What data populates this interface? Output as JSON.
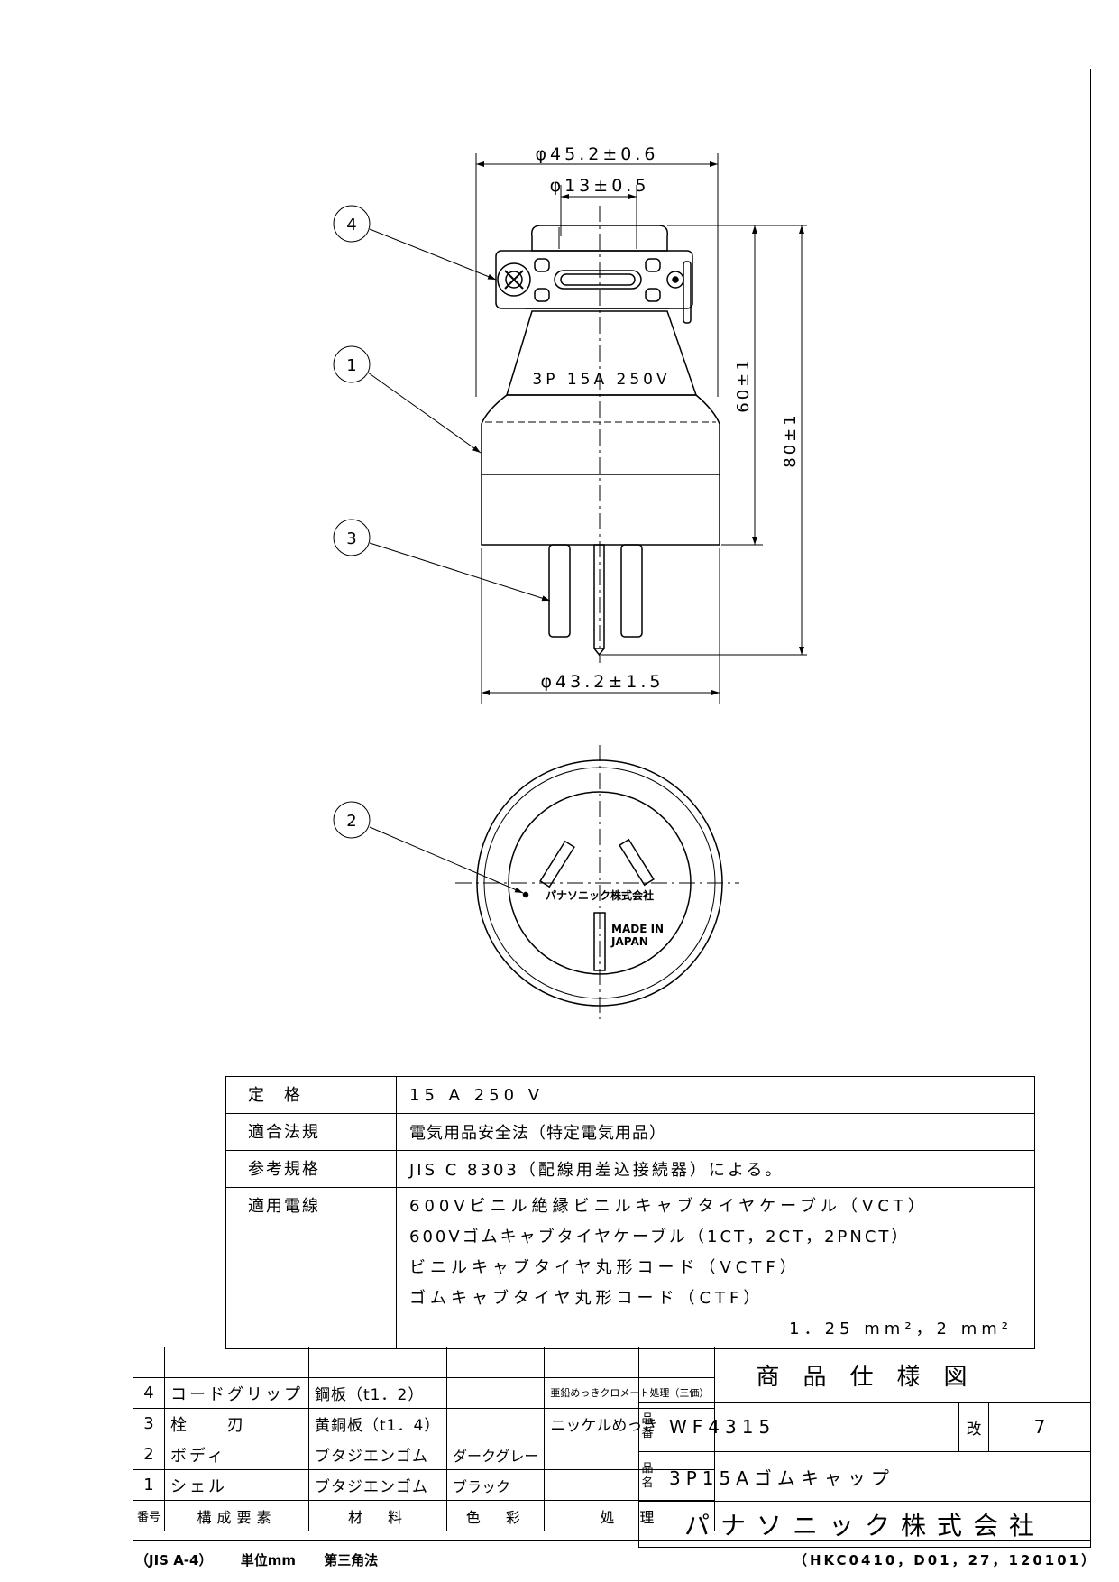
{
  "drawing": {
    "dim_top_outer": "φ45.2±0.6",
    "dim_top_inner": "φ13±0.5",
    "dim_bottom": "φ43.2±1.5",
    "dim_height_60": "60±1",
    "dim_height_80": "80±1",
    "body_marking": "3P 15A 250V",
    "callouts": [
      "4",
      "1",
      "3",
      "2"
    ],
    "face_company_marking": "パナソニック株式会社",
    "face_origin_marking_1": "MADE IN",
    "face_origin_marking_2": "JAPAN"
  },
  "spec": {
    "rating_label": "定　格",
    "rating_value": "15 A 250 V",
    "law_label": "適合法規",
    "law_value": "電気用品安全法（特定電気用品）",
    "ref_label": "参考規格",
    "ref_value": "JIS C 8303（配線用差込接続器）による。",
    "wire_label": "適用電線",
    "wire_lines": [
      "600Vビニル絶縁ビニルキャブタイヤケーブル（VCT）",
      "600Vゴムキャブタイヤケーブル（1CT，2CT，2PNCT）",
      "ビニルキャブタイヤ丸形コード（VCTF）",
      "ゴムキャブタイヤ丸形コード（CTF）"
    ],
    "wire_size": "1．25 mm²，2 mm²"
  },
  "parts": {
    "rows": [
      {
        "no": "4",
        "name": "コードグリップ",
        "material": "鋼板（t1．2）",
        "color": "",
        "finish": "亜鉛めっきクロメート処理（三価）"
      },
      {
        "no": "3",
        "name": "栓　　刃",
        "material": "黄銅板（t1．4）",
        "color": "",
        "finish": "ニッケルめっき"
      },
      {
        "no": "2",
        "name": "ボディ",
        "material": "ブタジエンゴム",
        "color": "ダークグレー",
        "finish": ""
      },
      {
        "no": "1",
        "name": "シェル",
        "material": "ブタジエンゴム",
        "color": "ブラック",
        "finish": ""
      }
    ],
    "header": {
      "no": "番号",
      "name": "構成要素",
      "material": "材　料",
      "color": "色　彩",
      "finish": "処　理"
    }
  },
  "title_block": {
    "title": "商品仕様図",
    "part_no_label": "品番",
    "part_no": "WF4315",
    "rev_label": "改",
    "rev": "7",
    "name_label": "品名",
    "name": "3P15Aゴムキャップ",
    "company": "パナソニック株式会社"
  },
  "footer": {
    "paper": "（JIS A-4）",
    "unit": "単位mm",
    "projection": "第三角法",
    "doc_code": "（HKC0410，D01，27，120101）"
  }
}
